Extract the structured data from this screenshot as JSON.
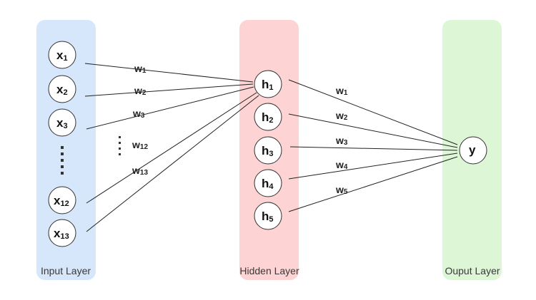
{
  "colors": {
    "input_layer": "#d6e6fb",
    "hidden_layer": "#fdd3d3",
    "output_layer": "#ddf6d6"
  },
  "layers": {
    "input": {
      "label": "Input Layer"
    },
    "hidden": {
      "label": "Hidden Layer"
    },
    "output": {
      "label": "Ouput Layer"
    }
  },
  "input_nodes": [
    {
      "base": "x",
      "sub": "1"
    },
    {
      "base": "x",
      "sub": "2"
    },
    {
      "base": "x",
      "sub": "3"
    },
    {
      "base": "x",
      "sub": "12"
    },
    {
      "base": "x",
      "sub": "13"
    }
  ],
  "hidden_nodes": [
    {
      "base": "h",
      "sub": "1"
    },
    {
      "base": "h",
      "sub": "2"
    },
    {
      "base": "h",
      "sub": "3"
    },
    {
      "base": "h",
      "sub": "4"
    },
    {
      "base": "h",
      "sub": "5"
    }
  ],
  "output_node": {
    "base": "y",
    "sub": ""
  },
  "input_weights": [
    {
      "base": "w",
      "sub": "1"
    },
    {
      "base": "w",
      "sub": "2"
    },
    {
      "base": "w",
      "sub": "3"
    },
    {
      "base": "w",
      "sub": "12"
    },
    {
      "base": "w",
      "sub": "13"
    }
  ],
  "hidden_weights": [
    {
      "base": "w",
      "sub": "1"
    },
    {
      "base": "w",
      "sub": "2"
    },
    {
      "base": "w",
      "sub": "3"
    },
    {
      "base": "w",
      "sub": "4"
    },
    {
      "base": "w",
      "sub": "5"
    }
  ]
}
